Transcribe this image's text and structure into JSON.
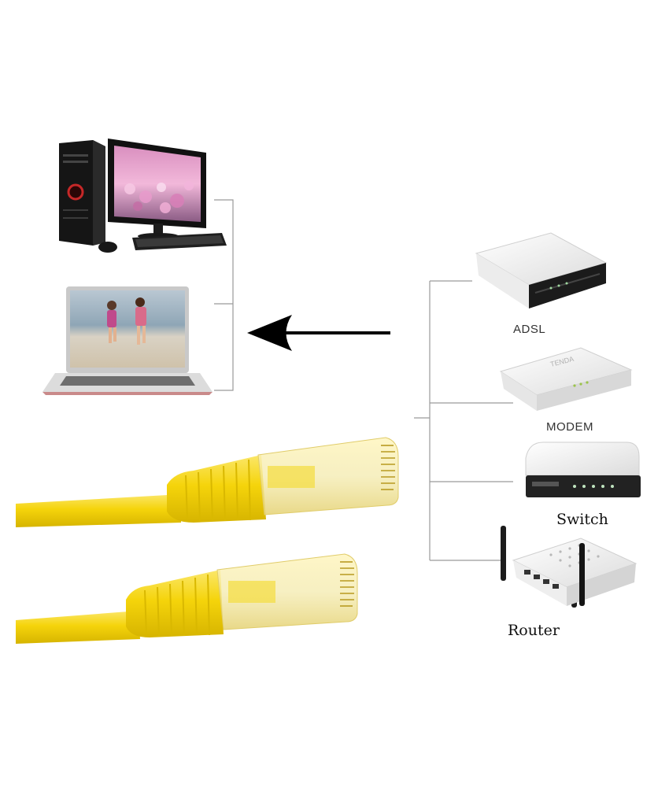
{
  "devices": {
    "adsl": {
      "label": "ADSL",
      "icon": "adsl-modem-icon"
    },
    "modem": {
      "label": "MODEM",
      "icon": "modem-icon"
    },
    "switch": {
      "label": "Switch",
      "icon": "network-switch-icon"
    },
    "router": {
      "label": "Router",
      "icon": "wireless-router-icon"
    }
  },
  "computers": {
    "desktop": {
      "icon": "desktop-computer-icon"
    },
    "laptop": {
      "icon": "laptop-icon"
    }
  },
  "cable": {
    "icon": "ethernet-cable-icon",
    "color": "#f5d50a"
  },
  "arrow": {
    "icon": "left-arrow-icon",
    "color": "#000000"
  }
}
